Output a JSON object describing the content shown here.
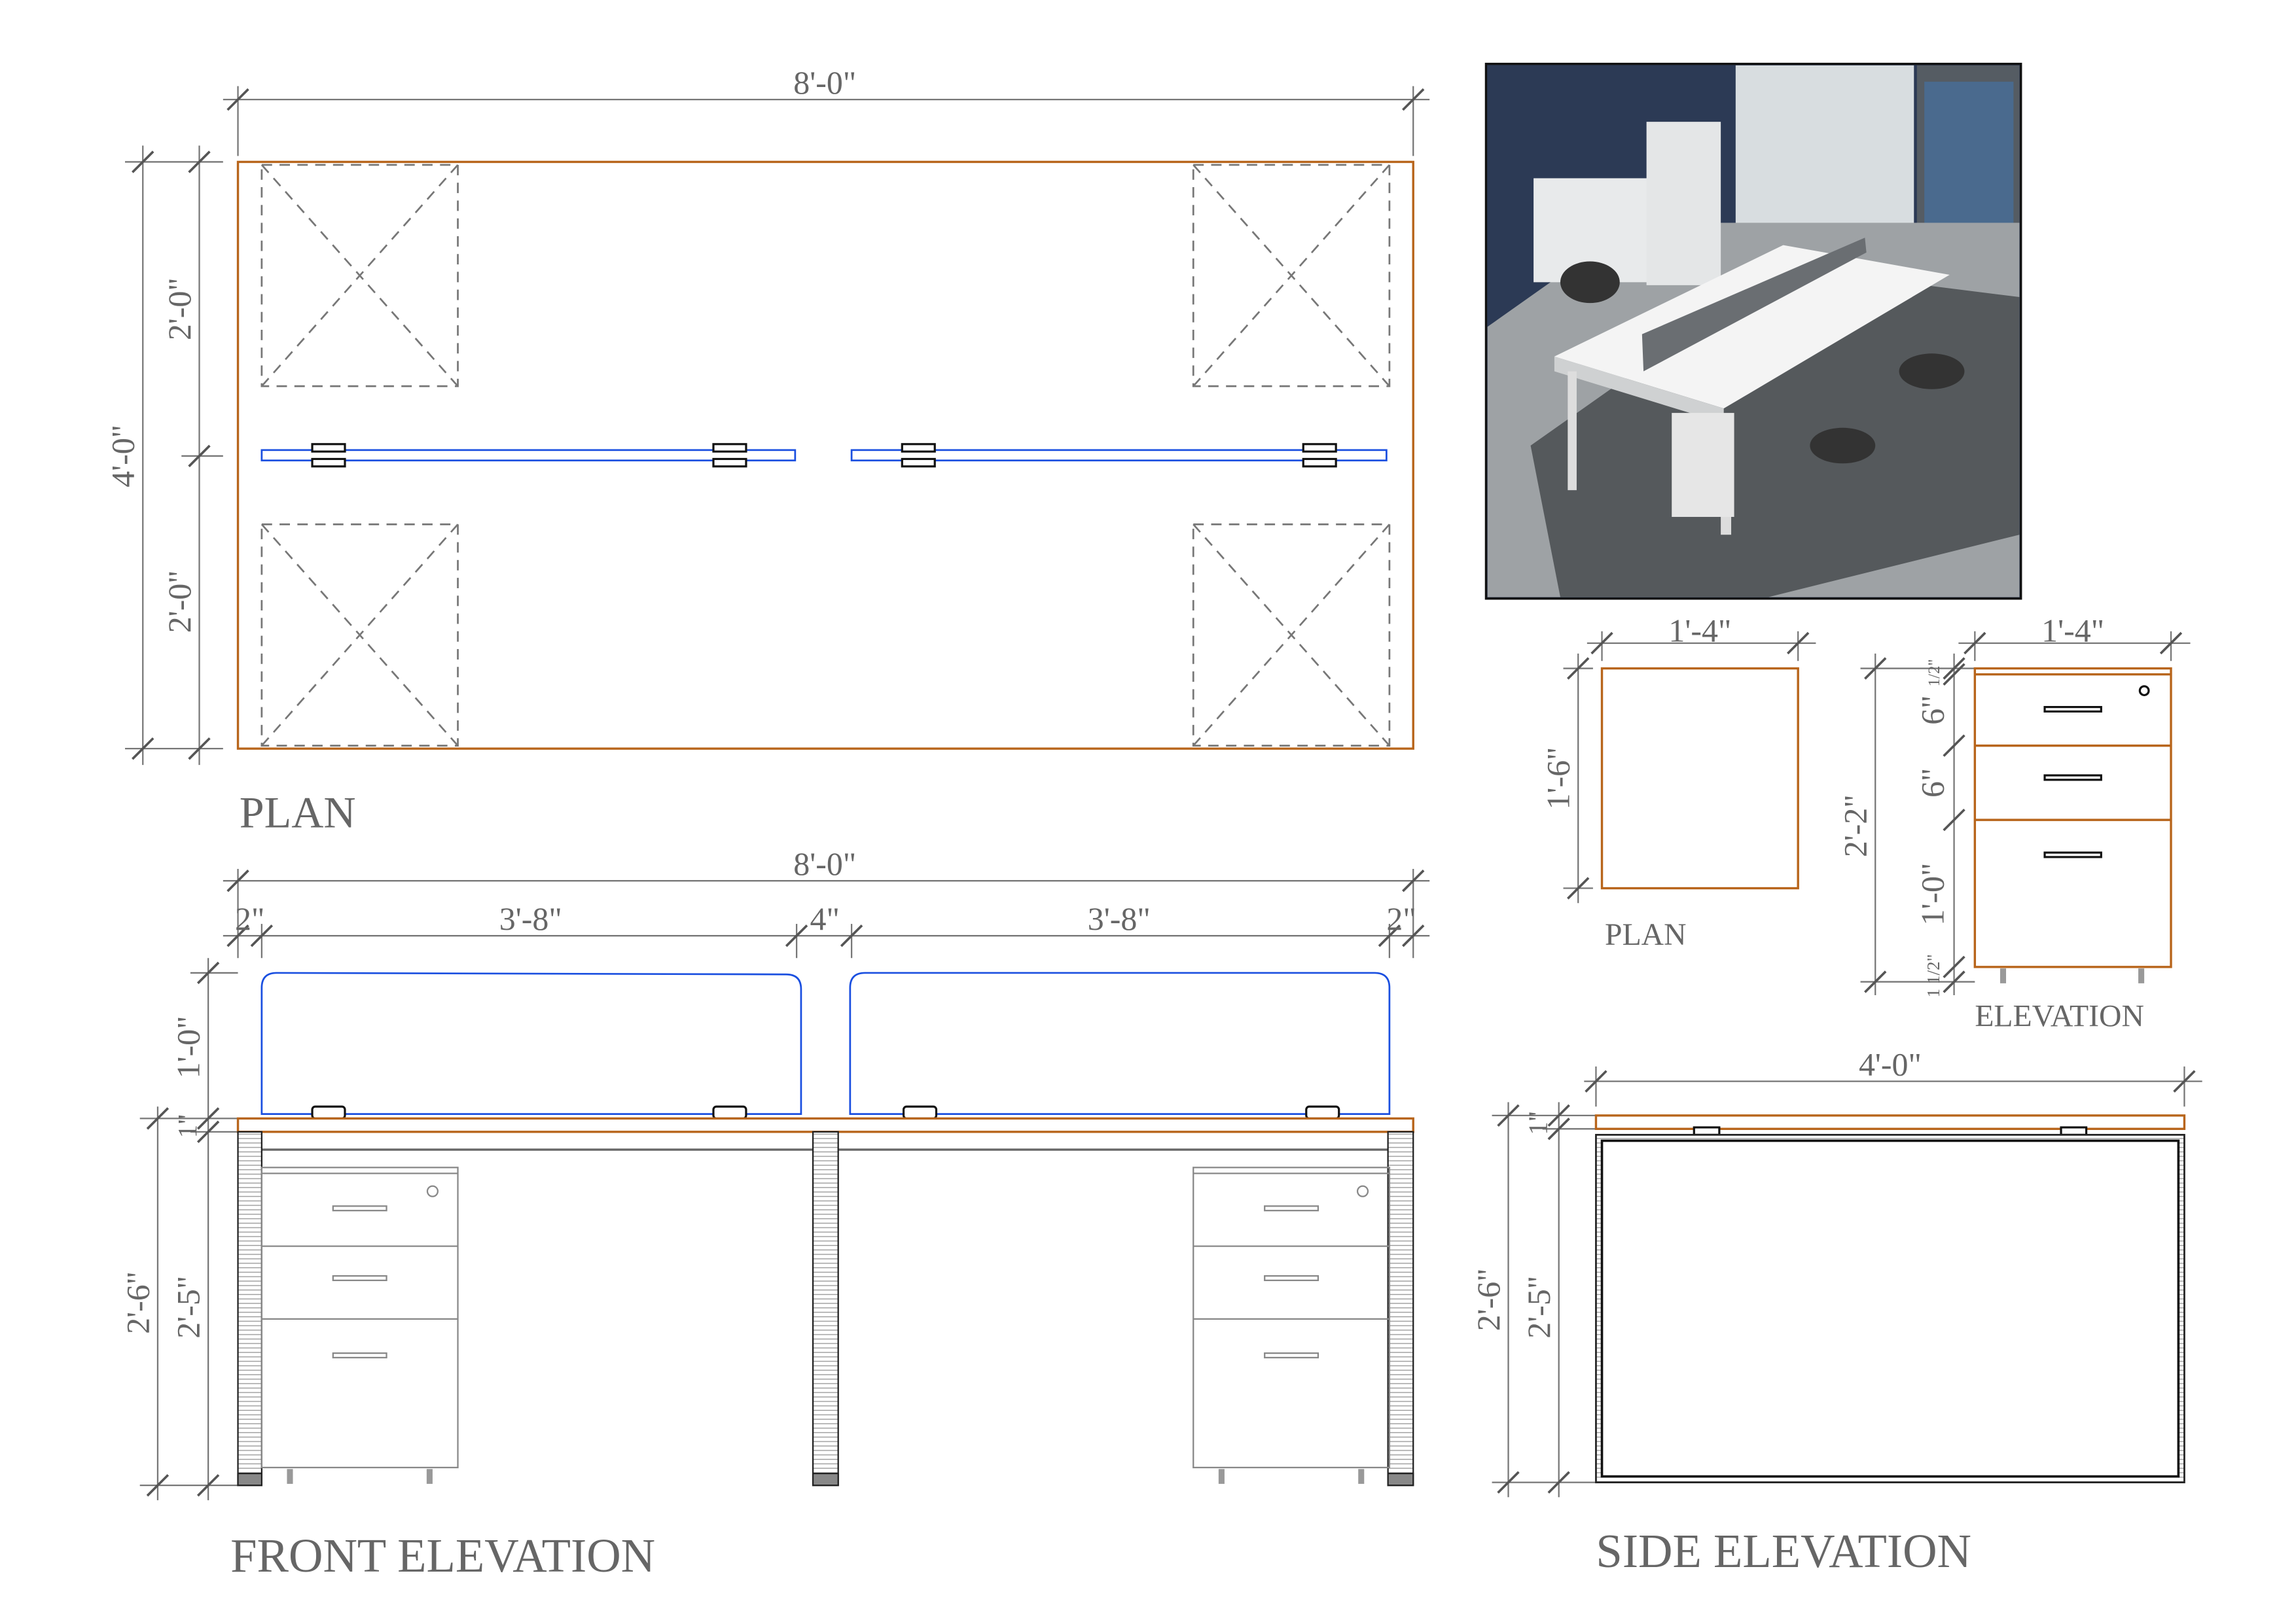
{
  "plan": {
    "title": "PLAN",
    "dim_width": "8'-0\"",
    "dim_depth": "4'-0\"",
    "dim_half_top": "2'-0\"",
    "dim_half_bottom": "2'-0\""
  },
  "front_elevation": {
    "title": "FRONT ELEVATION",
    "dim_overall": "8'-0\"",
    "dim_segments": [
      "2\"",
      "3'-8\"",
      "4\"",
      "3'-8\"",
      "2\""
    ],
    "dim_screen_height": "1'-0\"",
    "dim_top_thickness": "1\"",
    "dim_total_height": "2'-6\"",
    "dim_leg_height": "2'-5\""
  },
  "cabinet_plan": {
    "title": "PLAN",
    "dim_width": "1'-4\"",
    "dim_depth": "1'-6\""
  },
  "cabinet_elevation": {
    "title": "ELEVATION",
    "dim_width": "1'-4\"",
    "dim_total_height": "2'-2\"",
    "dim_top": "1/2\"",
    "dim_drawer1": "6\"",
    "dim_drawer2": "6\"",
    "dim_drawer3": "1'-0\"",
    "dim_base": "1 1/2\""
  },
  "side_elevation": {
    "title": "SIDE ELEVATION",
    "dim_width": "4'-0\"",
    "dim_top_thickness": "1\"",
    "dim_total_height": "2'-6\"",
    "dim_leg_height": "2'-5\""
  },
  "colors": {
    "wood": "#b8651b",
    "screen": "#1a4fe0",
    "dimension": "#777777"
  }
}
